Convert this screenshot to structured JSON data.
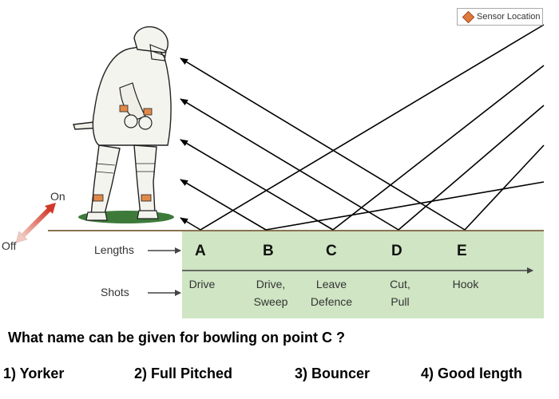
{
  "legend": {
    "label": "Sensor Location",
    "icon": "diamond-icon",
    "color": "#e07a3c"
  },
  "arrows": {
    "on": "On",
    "off": "Off"
  },
  "rows": {
    "lengths": "Lengths",
    "shots": "Shots"
  },
  "points": [
    {
      "letter": "A",
      "shot_line1": "Drive",
      "shot_line2": ""
    },
    {
      "letter": "B",
      "shot_line1": "Drive,",
      "shot_line2": "Sweep"
    },
    {
      "letter": "C",
      "shot_line1": "Leave",
      "shot_line2": "Defence"
    },
    {
      "letter": "D",
      "shot_line1": "Cut,",
      "shot_line2": "Pull"
    },
    {
      "letter": "E",
      "shot_line1": "Hook",
      "shot_line2": ""
    }
  ],
  "question": "What name can be given for bowling on point C ?",
  "options": [
    "1) Yorker",
    "2) Full Pitched",
    "3) Bouncer",
    "4) Good length"
  ],
  "colors": {
    "pitch": "#cfe5c3",
    "ground_line": "#8a7350",
    "grass": "#3d7a3a",
    "pad": "#e08a4a"
  }
}
